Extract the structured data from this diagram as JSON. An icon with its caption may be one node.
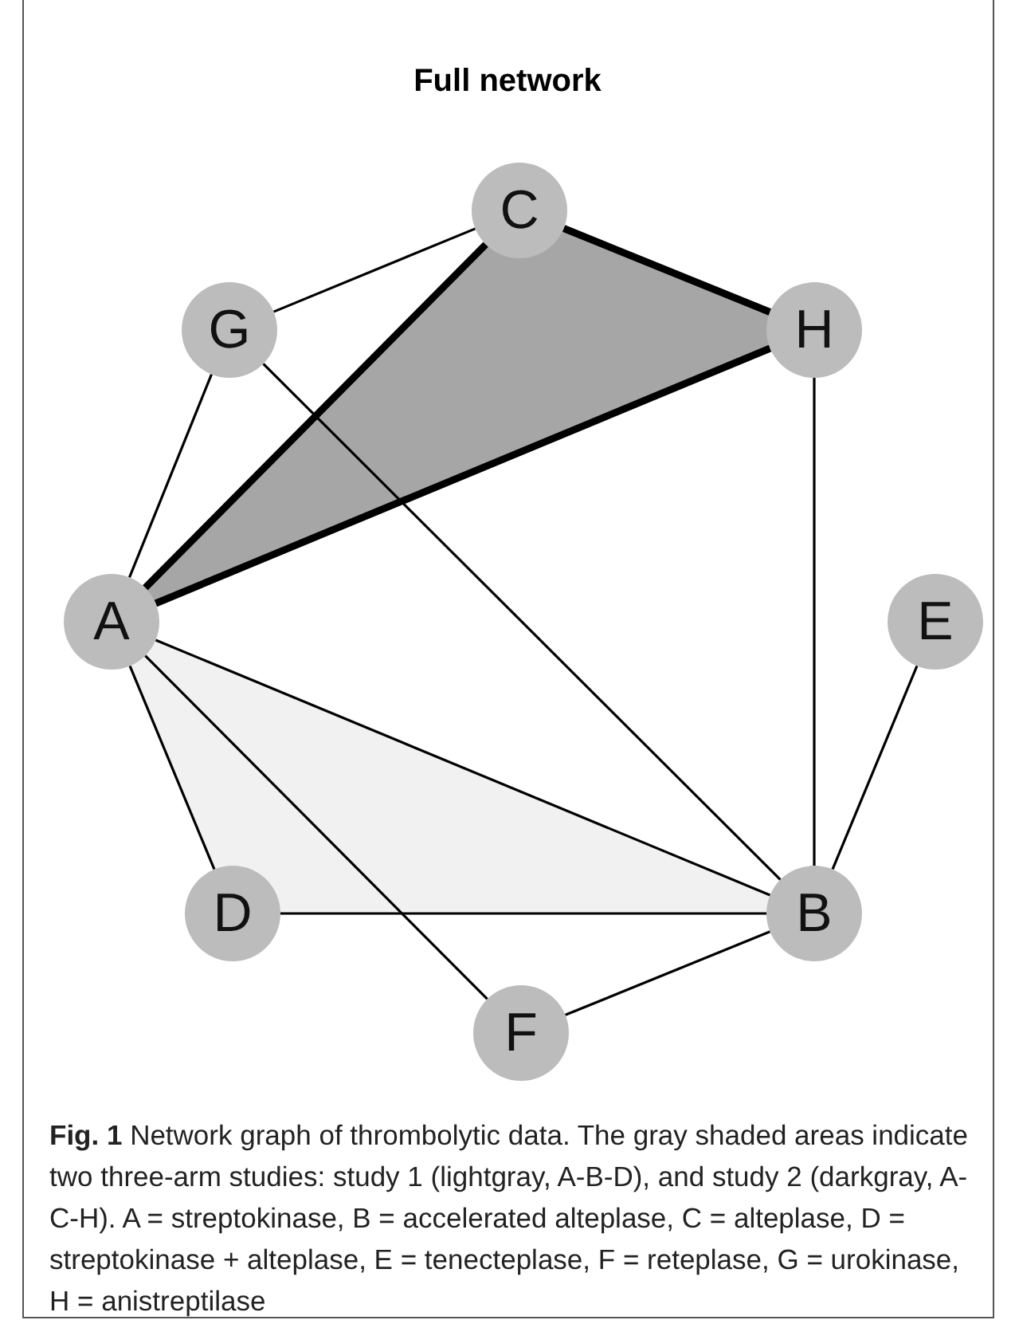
{
  "diagram": {
    "title": "Full network",
    "nodes": [
      {
        "text": [
          "C"
        ]
      },
      {
        "text": [
          "G"
        ]
      },
      {
        "text": [
          "H"
        ]
      },
      {
        "text": [
          "A"
        ]
      },
      {
        "text": [
          "E"
        ]
      },
      {
        "text": [
          "D"
        ]
      },
      {
        "text": [
          "B"
        ]
      },
      {
        "text": [
          "F"
        ]
      }
    ],
    "edges": [
      {
        "from": 1,
        "to": 0,
        "arrow": "none"
      },
      {
        "from": 0,
        "to": 2,
        "arrow": "none",
        "style": "thick"
      },
      {
        "from": 3,
        "to": 0,
        "arrow": "none",
        "style": "thick"
      },
      {
        "from": 3,
        "to": 2,
        "arrow": "none",
        "style": "thick"
      },
      {
        "from": 3,
        "to": 1,
        "arrow": "none"
      },
      {
        "from": 1,
        "to": 6,
        "arrow": "none"
      },
      {
        "from": 2,
        "to": 6,
        "arrow": "none"
      },
      {
        "from": 4,
        "to": 6,
        "arrow": "none"
      },
      {
        "from": 3,
        "to": 6,
        "arrow": "none"
      },
      {
        "from": 3,
        "to": 5,
        "arrow": "none"
      },
      {
        "from": 3,
        "to": 7,
        "arrow": "none"
      },
      {
        "from": 5,
        "to": 6,
        "arrow": "none"
      },
      {
        "from": 7,
        "to": 6,
        "arrow": "none"
      }
    ],
    "caption": "**Fig. 1** Network graph of thrombolytic data. The gray shaded areas indicate two three-arm studies: study 1 (lightgray, A-B-D), and study 2 (darkgray, A-C-H). A = streptokinase, B = accelerated alteplase, C = alteplase, D = streptokinase + alteplase, E = tenecteplase, F = reteplase, G = urokinase, H = anistreptilase"
  }
}
